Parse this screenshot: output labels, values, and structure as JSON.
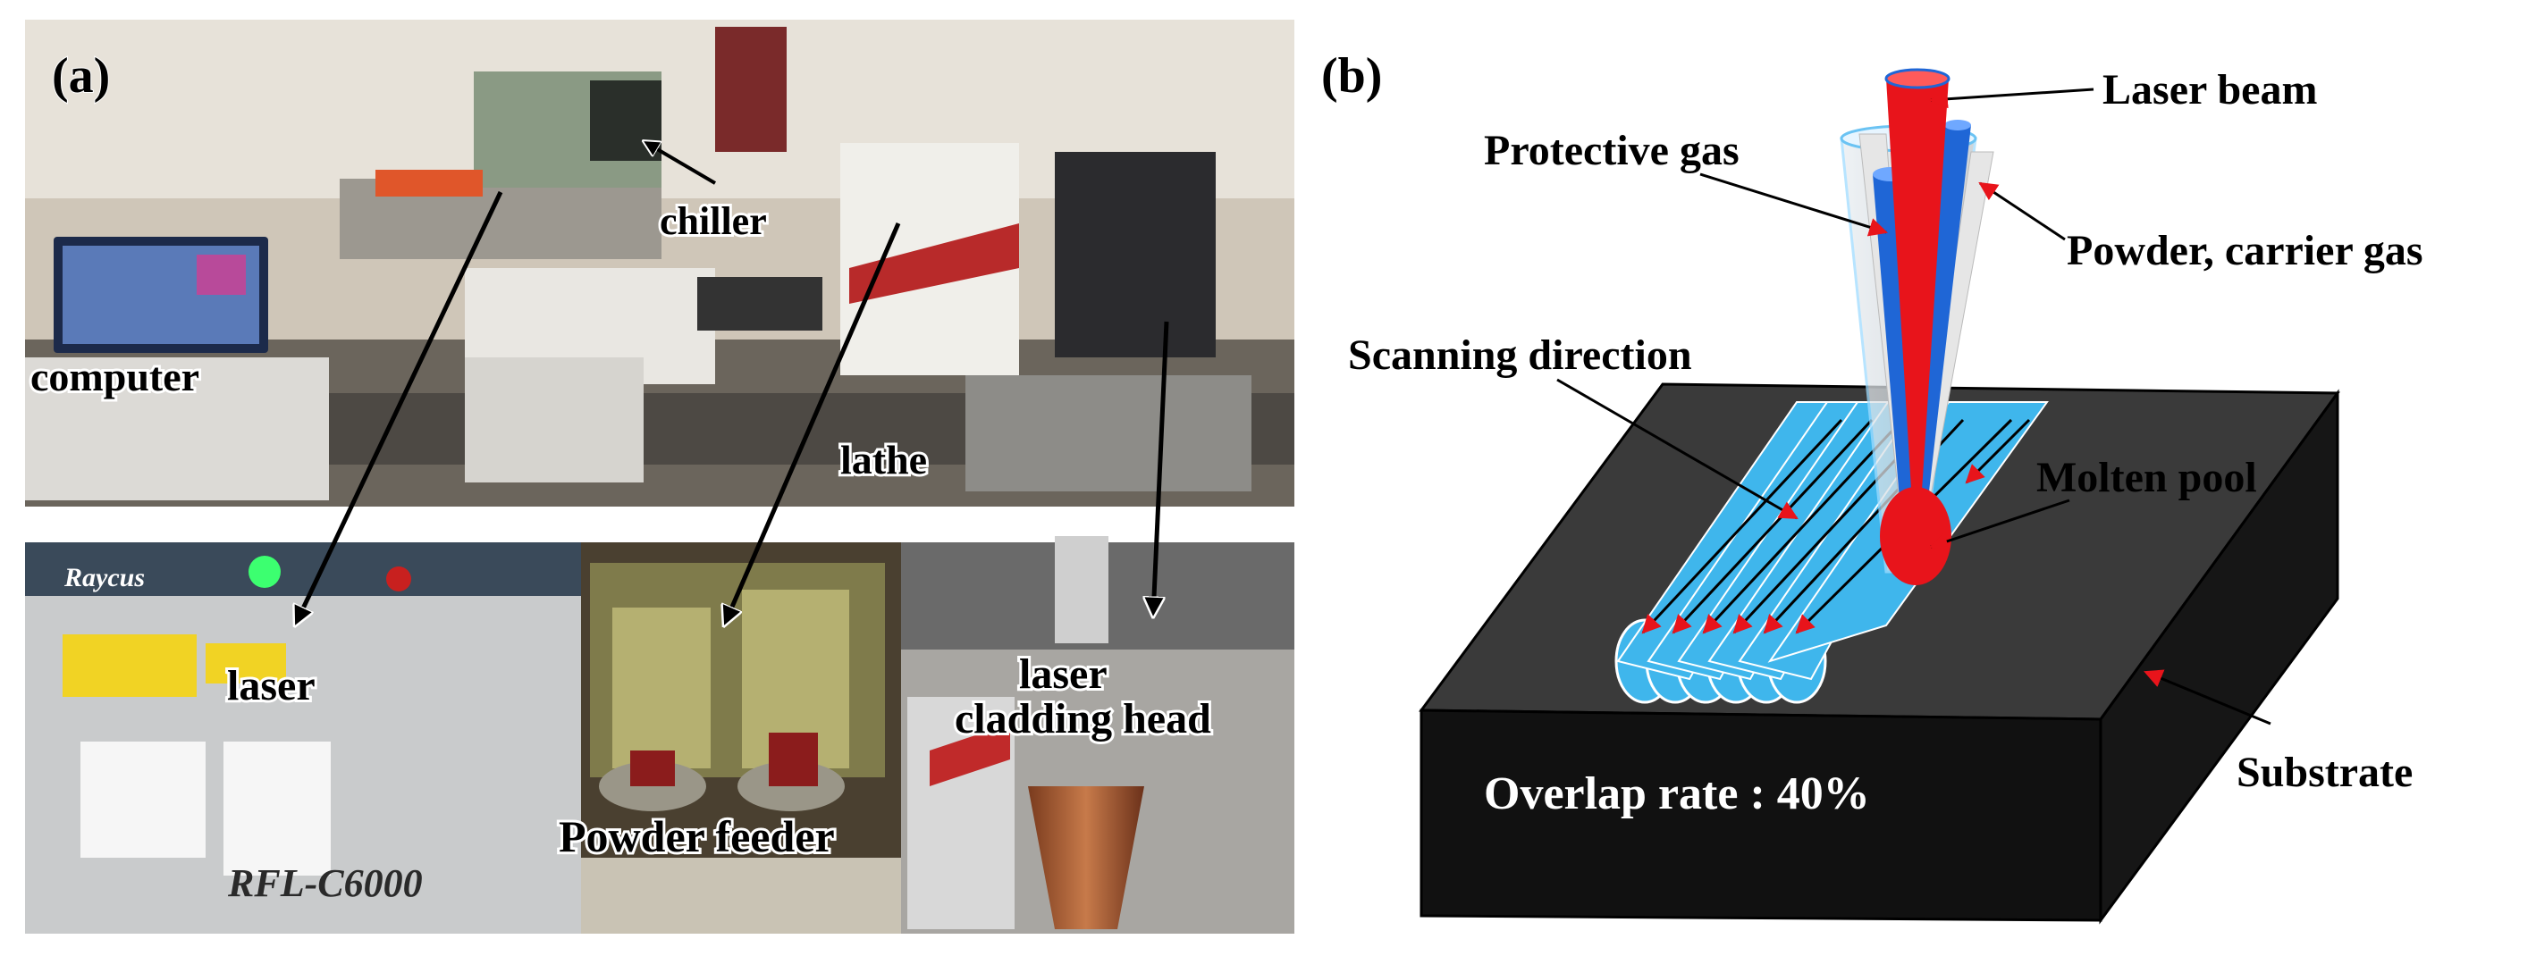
{
  "panel_a": {
    "label": "(a)",
    "labels": {
      "chiller": "chiller",
      "computer": "computer",
      "lathe": "lathe",
      "laser": "laser",
      "powder_feeder": "Powder feeder",
      "cladding_head_line1": "laser",
      "cladding_head_line2": "cladding head"
    },
    "device_text": {
      "brand": "Raycus",
      "model": "RFL-C6000"
    }
  },
  "panel_b": {
    "label": "(b)",
    "labels": {
      "laser_beam": "Laser beam",
      "protective_gas": "Protective gas",
      "powder_carrier_gas": "Powder, carrier gas",
      "scanning_direction": "Scanning direction",
      "molten_pool": "Molten pool",
      "substrate": "Substrate",
      "overlap_rate": "Overlap rate : 40%"
    },
    "colors": {
      "laser": "#e8141b",
      "powder_nozzle": "#1f66d6",
      "clad_track": "#3fb6ec",
      "substrate_top": "#3a3a3a",
      "substrate_side": "#111111"
    }
  }
}
